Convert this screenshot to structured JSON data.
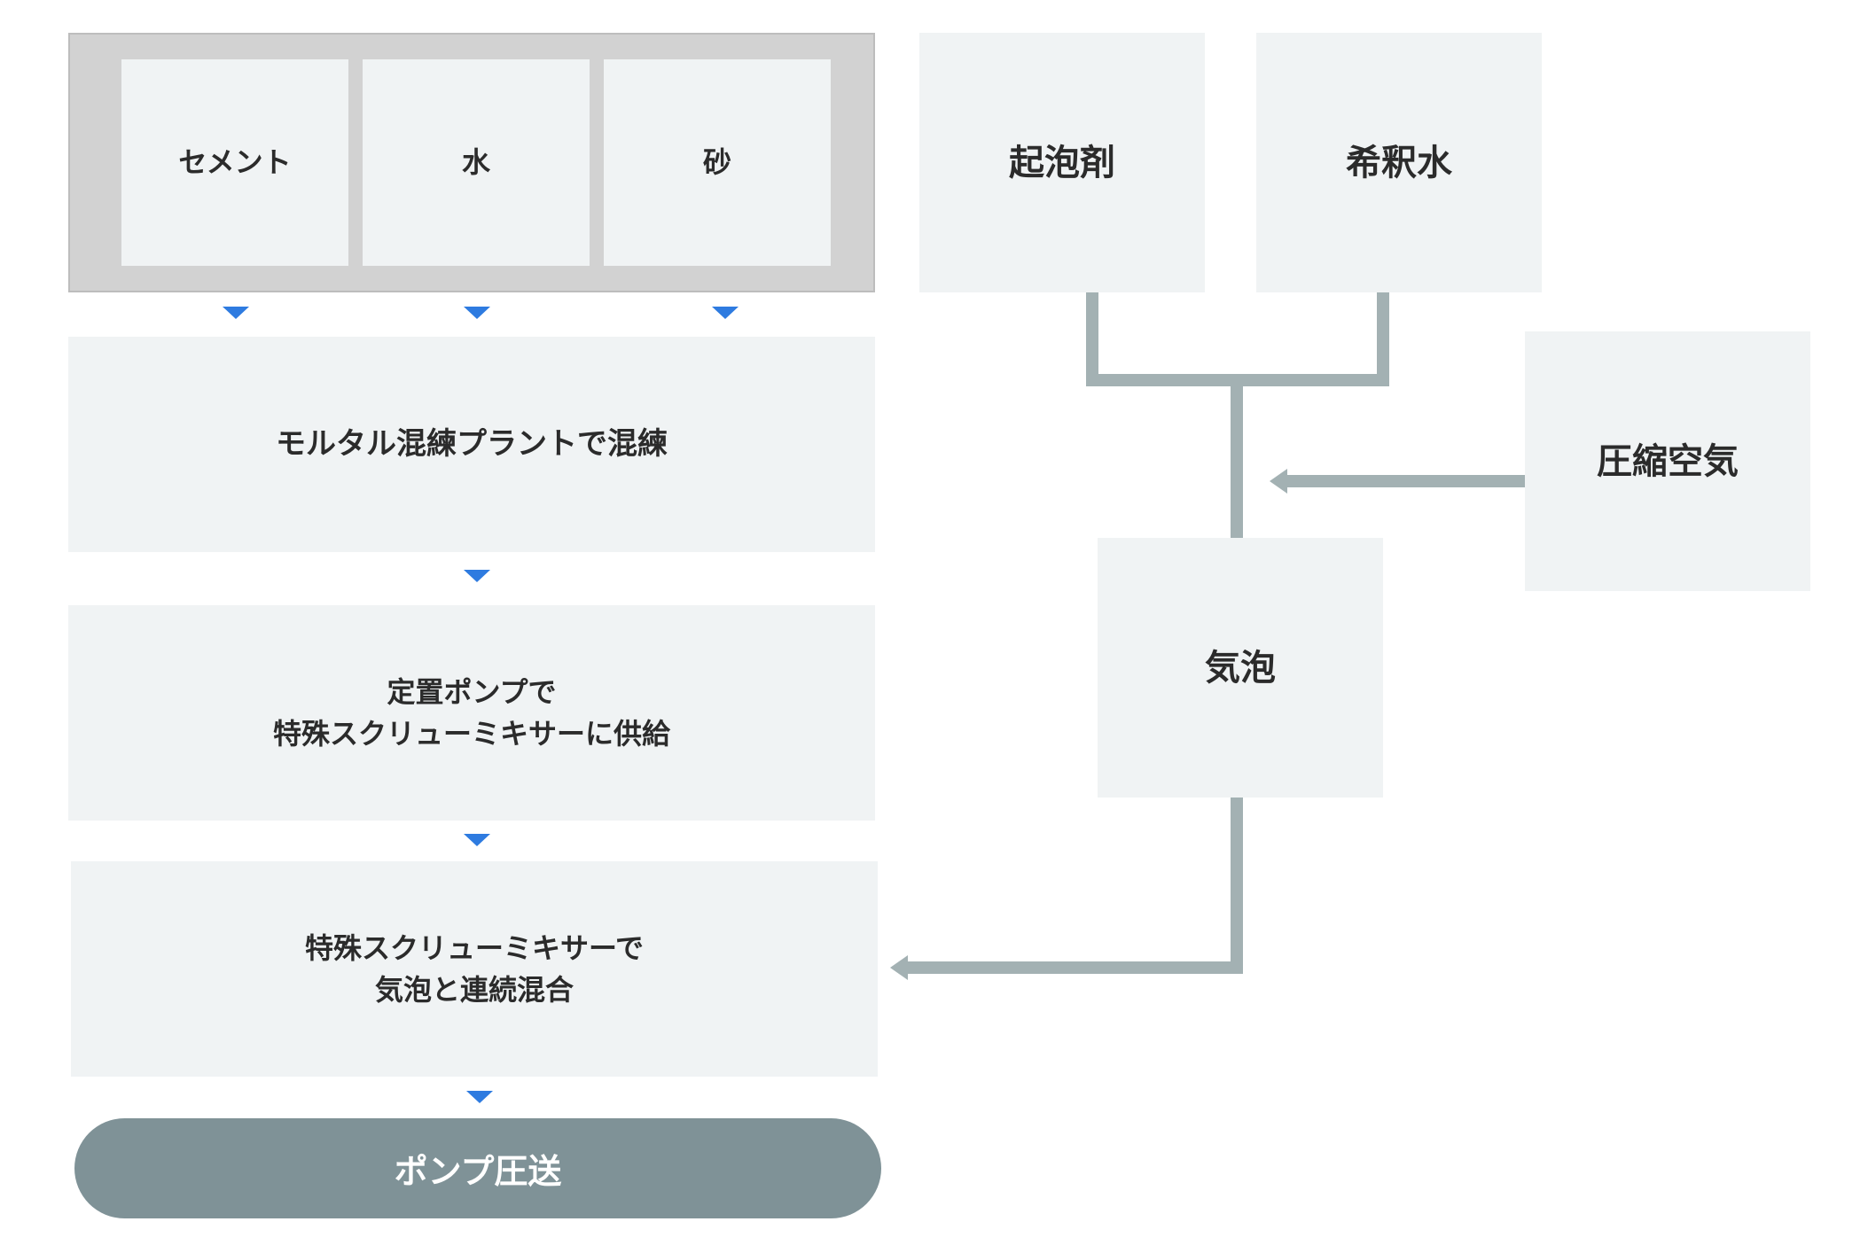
{
  "inputs": [
    {
      "id": "cement",
      "label": "セメント"
    },
    {
      "id": "water",
      "label": "水"
    },
    {
      "id": "sand",
      "label": "砂"
    }
  ],
  "steps": [
    {
      "id": "mortar-mixing",
      "label": "モルタル混練プラントで混練"
    },
    {
      "id": "supply",
      "label": "定置ポンプで\n特殊スクリューミキサーに供給"
    },
    {
      "id": "continuous-mixing",
      "label": "特殊スクリューミキサーで\n気泡と連続混合"
    }
  ],
  "final_step": {
    "label": "ポンプ圧送"
  },
  "foam_inputs": [
    {
      "id": "foaming-agent",
      "label": "起泡剤"
    },
    {
      "id": "dilution-water",
      "label": "希釈水"
    }
  ],
  "compressed_air": {
    "label": "圧縮空気"
  },
  "foam": {
    "label": "気泡"
  },
  "colors": {
    "box_fill": "#f0f3f4",
    "group_fill": "#d2d2d2",
    "connector": "#a3b1b3",
    "arrow_blue": "#2e7be0",
    "final_fill": "#7f9297"
  }
}
